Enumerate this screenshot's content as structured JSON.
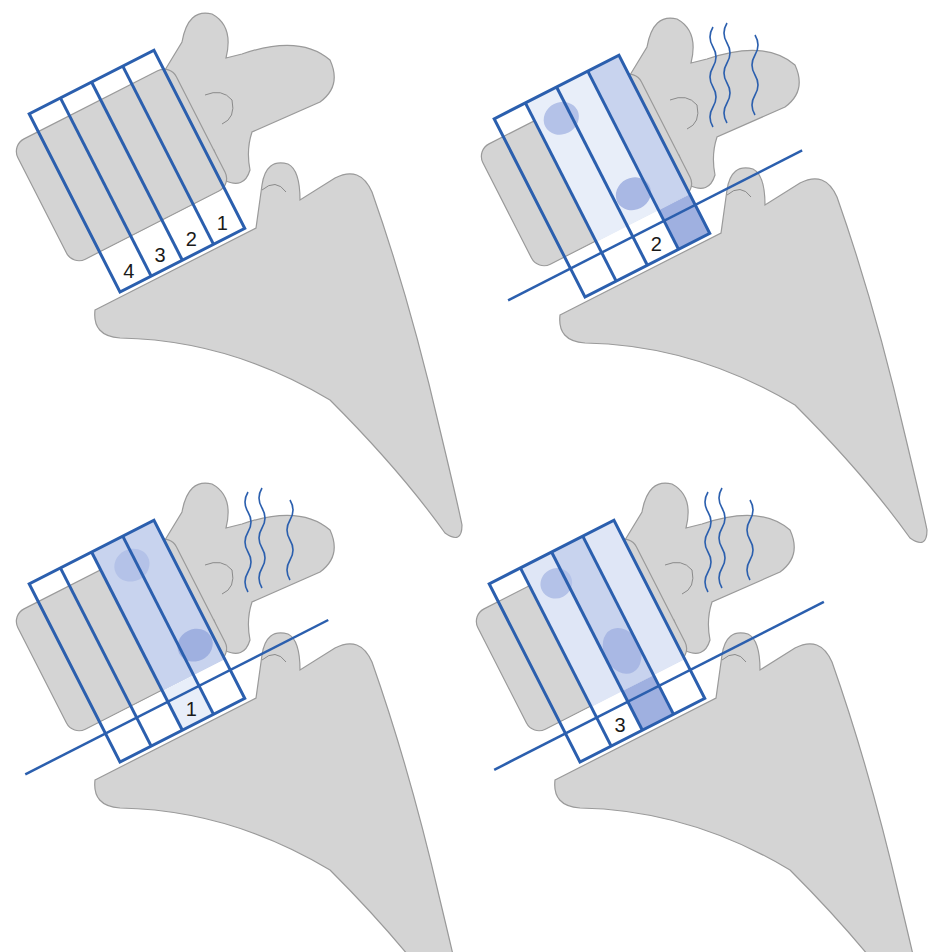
{
  "diagram": {
    "labels": [
      "1",
      "2",
      "3",
      "4",
      "2",
      "1",
      "3"
    ]
  }
}
